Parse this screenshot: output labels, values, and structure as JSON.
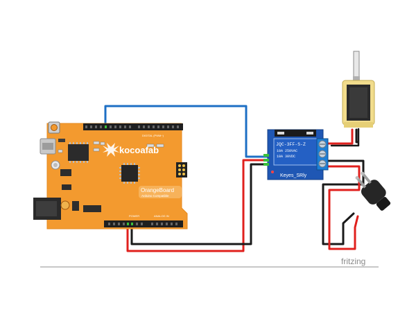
{
  "board": {
    "brand": "kocoafab",
    "model": "OrangeBoard",
    "subtitle": "Arduino Compatible",
    "header_digital": "DIGITAL (PWM~)",
    "header_power": "POWER",
    "header_analog": "ANALOG IN"
  },
  "relay": {
    "relay_model": "JQC-3FF-S-Z",
    "line1": "10A 250VAC",
    "line2": "10A 30VDC",
    "module_label": "Keyes_SRly"
  },
  "footer": {
    "brand": "fritzing"
  },
  "colors": {
    "board_orange": "#f39a2f",
    "board_orange_light": "#f7b25a",
    "wire_blue": "#1d6fc4",
    "wire_red": "#e0201d",
    "wire_black": "#1a1a1a",
    "relay_blue": "#1f57b4",
    "solenoid_yellow": "#f1dc8c"
  },
  "icons": [
    "usb-port",
    "dc-jack",
    "reset-button",
    "power-plug",
    "solenoid",
    "relay-module"
  ]
}
